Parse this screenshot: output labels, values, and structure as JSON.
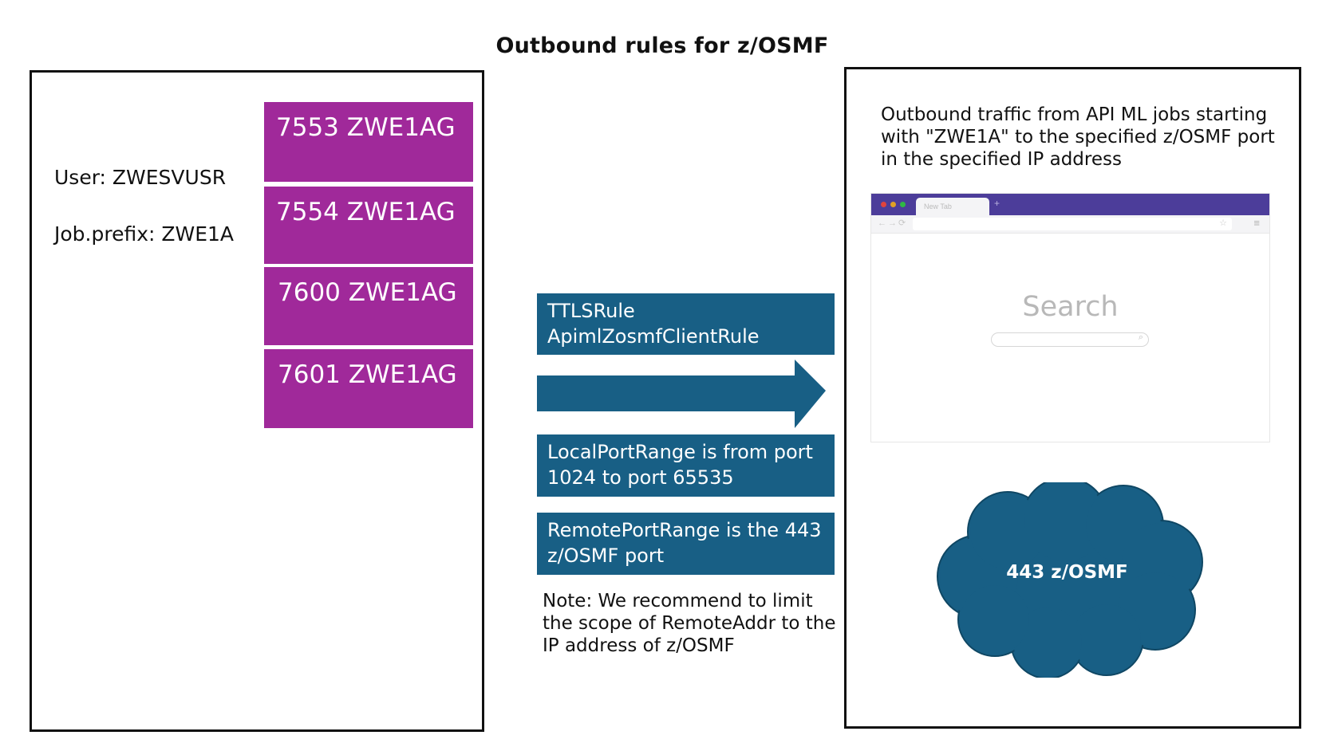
{
  "title": "Outbound rules for z/OSMF",
  "left_panel": {
    "user_line": "User: ZWESVUSR",
    "job_prefix_line": "Job.prefix: ZWE1A",
    "port_entries": [
      "7553 ZWE1AG",
      "7554 ZWE1AG",
      "7600 ZWE1AG",
      "7601 ZWE1AG"
    ]
  },
  "middle": {
    "rule_box": {
      "line1": "TTLSRule",
      "line2": "ApimlZosmfClientRule"
    },
    "local_port_box": "LocalPortRange is from port 1024 to port 65535",
    "remote_port_box": "RemotePortRange is the 443 z/OSMF port",
    "note": "Note: We recommend to limit the scope of RemoteAddr to the IP address of z/OSMF"
  },
  "right_panel": {
    "description": "Outbound traffic from API ML jobs starting with \"ZWE1A\" to the specified z/OSMF port in the specified IP address",
    "browser": {
      "tab_label": "New Tab",
      "search_text": "Search"
    },
    "cloud_label": "443 z/OSMF"
  },
  "colors": {
    "port_box": "#a0299a",
    "teal": "#185f85",
    "browser_bar": "#4c3d9a"
  },
  "icons": [
    "arrow-right-icon",
    "cloud-icon",
    "browser-icon",
    "search-icon",
    "star-icon",
    "menu-icon"
  ]
}
